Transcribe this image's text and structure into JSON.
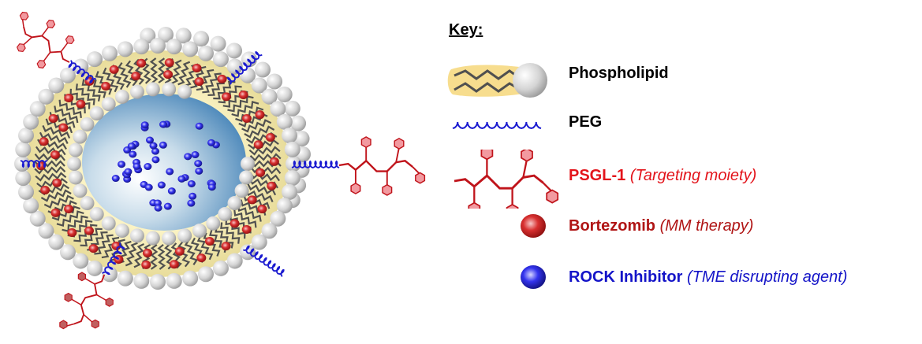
{
  "key": {
    "title": "Key:",
    "items": [
      {
        "id": "phospholipid",
        "name": "Phospholipid",
        "description": "",
        "icon": "phospholipid-icon",
        "color": "#000000"
      },
      {
        "id": "peg",
        "name": "PEG",
        "description": "",
        "icon": "peg-coil-icon",
        "color": "#000000"
      },
      {
        "id": "psgl1",
        "name": "PSGL-1",
        "description": "(Targeting moiety)",
        "icon": "psgl1-chain-icon",
        "color": "#e3141b"
      },
      {
        "id": "bortezomib",
        "name": "Bortezomib",
        "description": "(MM therapy)",
        "icon": "red-sphere-icon",
        "color": "#b01515"
      },
      {
        "id": "rock",
        "name": "ROCK Inhibitor",
        "description": "(TME disrupting agent)",
        "icon": "blue-sphere-icon",
        "color": "#1414c8"
      }
    ]
  },
  "colors": {
    "peg": "#1a1ad0",
    "psgl": "#c0141b",
    "psgl_fill": "#f29aa0",
    "lipid_band": "#f5e9a6",
    "tail": "#505050",
    "head": "#d8d8d8",
    "drug_red": "#c81e1e",
    "drug_blue": "#2222e0",
    "core": "#5c98c8"
  }
}
